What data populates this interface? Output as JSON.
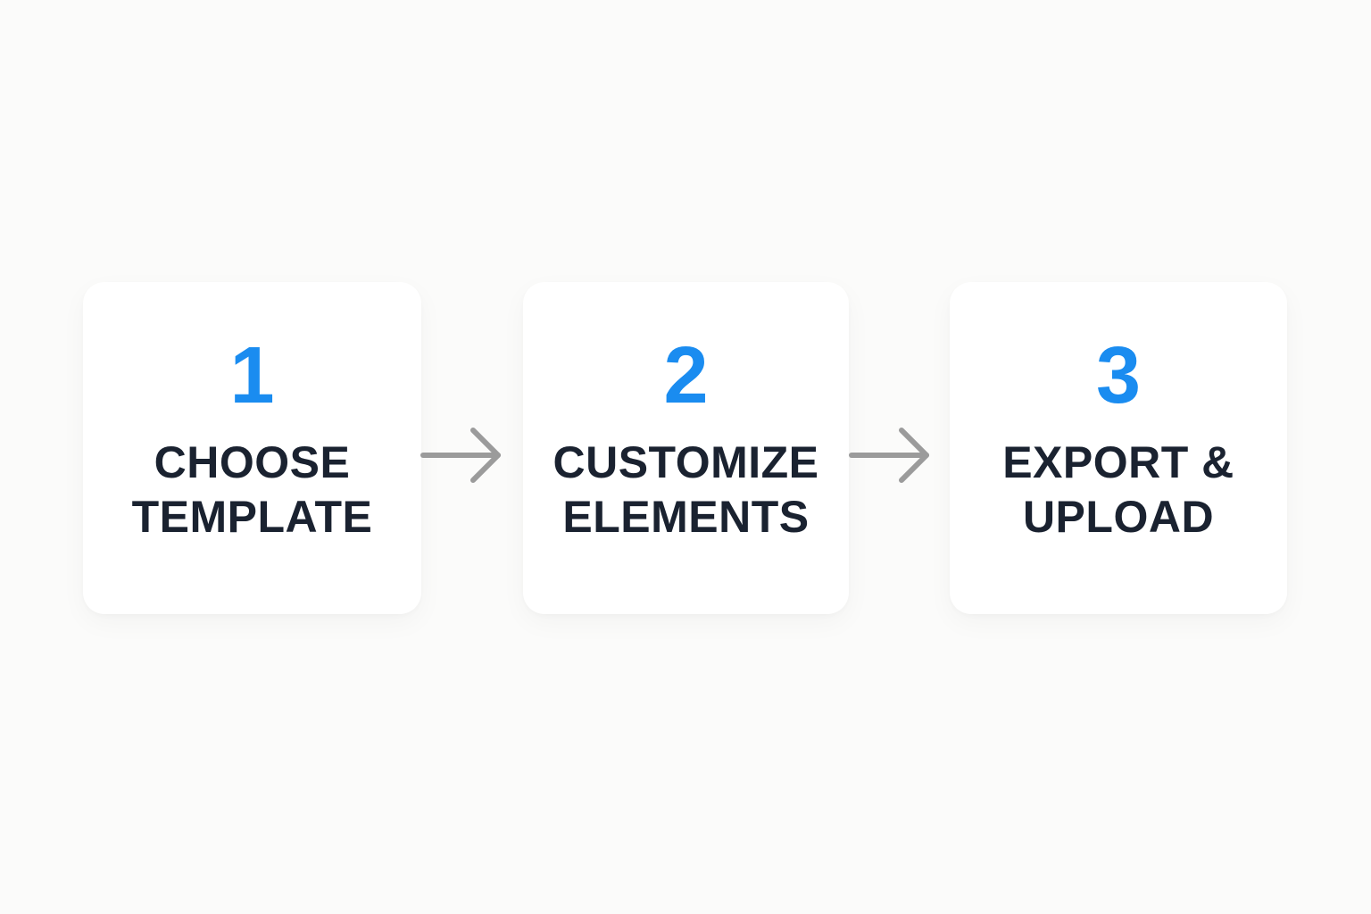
{
  "colors": {
    "background": "#fbfbfa",
    "card": "#ffffff",
    "number": "#1a8cf0",
    "label": "#1a2230",
    "arrow": "#9b9b9b"
  },
  "steps": [
    {
      "number": "1",
      "label_line1": "CHOOSE",
      "label_line2": "TEMPLATE"
    },
    {
      "number": "2",
      "label_line1": "CUSTOMIZE",
      "label_line2": "ELEMENTS"
    },
    {
      "number": "3",
      "label_line1": "EXPORT &",
      "label_line2": "UPLOAD"
    }
  ],
  "connectors": [
    {
      "from": "1",
      "to": "2",
      "icon": "arrow-right-icon"
    },
    {
      "from": "2",
      "to": "3",
      "icon": "arrow-right-icon"
    }
  ]
}
